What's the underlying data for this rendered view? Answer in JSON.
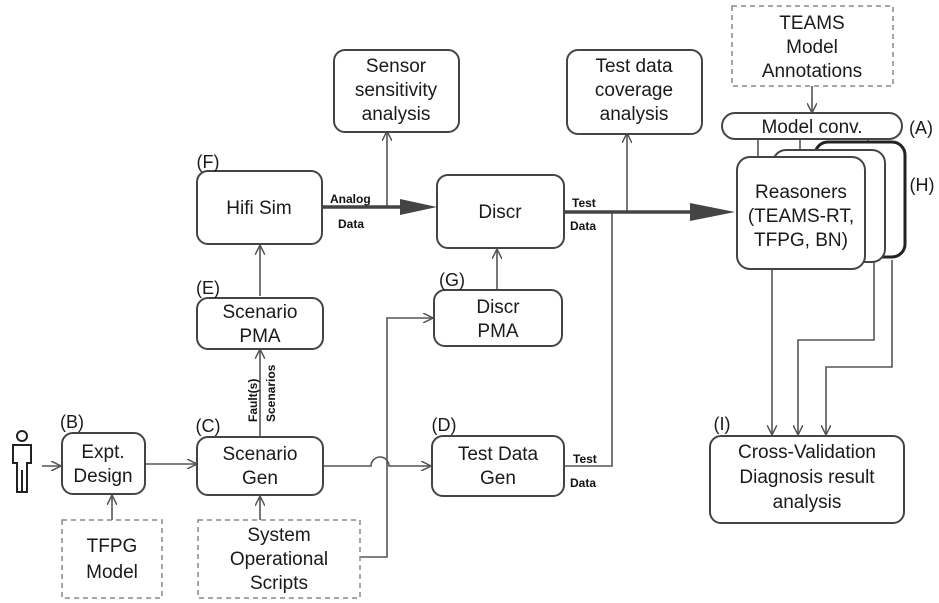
{
  "nodes": {
    "teams_annotations": [
      "TEAMS",
      "Model",
      "Annotations"
    ],
    "sensor_sensitivity": [
      "Sensor",
      "sensitivity",
      "analysis"
    ],
    "test_coverage": [
      "Test data",
      "coverage",
      "analysis"
    ],
    "model_conv": "Model conv.",
    "hifi_sim": "Hifi Sim",
    "discr": "Discr",
    "reasoners": [
      "Reasoners",
      "(TEAMS-RT,",
      "TFPG, BN)"
    ],
    "scenario_pma": [
      "Scenario",
      "PMA"
    ],
    "discr_pma": [
      "Discr",
      "PMA"
    ],
    "expt_design": [
      "Expt.",
      "Design"
    ],
    "scenario_gen": [
      "Scenario",
      "Gen"
    ],
    "test_data_gen": [
      "Test Data",
      "Gen"
    ],
    "cross_validation": [
      "Cross-Validation",
      "Diagnosis result",
      "analysis"
    ],
    "tfpg_model": [
      "TFPG",
      "Model"
    ],
    "system_scripts": [
      "System",
      "Operational",
      "Scripts"
    ]
  },
  "labels": {
    "A": "(A)",
    "B": "(B)",
    "C": "(C)",
    "D": "(D)",
    "E": "(E)",
    "F": "(F)",
    "G": "(G)",
    "H": "(H)",
    "I": "(I)"
  },
  "edge_labels": {
    "analog_data": [
      "Analog",
      "Data"
    ],
    "test_data_top": [
      "Test",
      "Data"
    ],
    "test_data_bottom": [
      "Test",
      "Data"
    ],
    "faults": "Fault(s)",
    "scenarios": "Scenarios"
  }
}
